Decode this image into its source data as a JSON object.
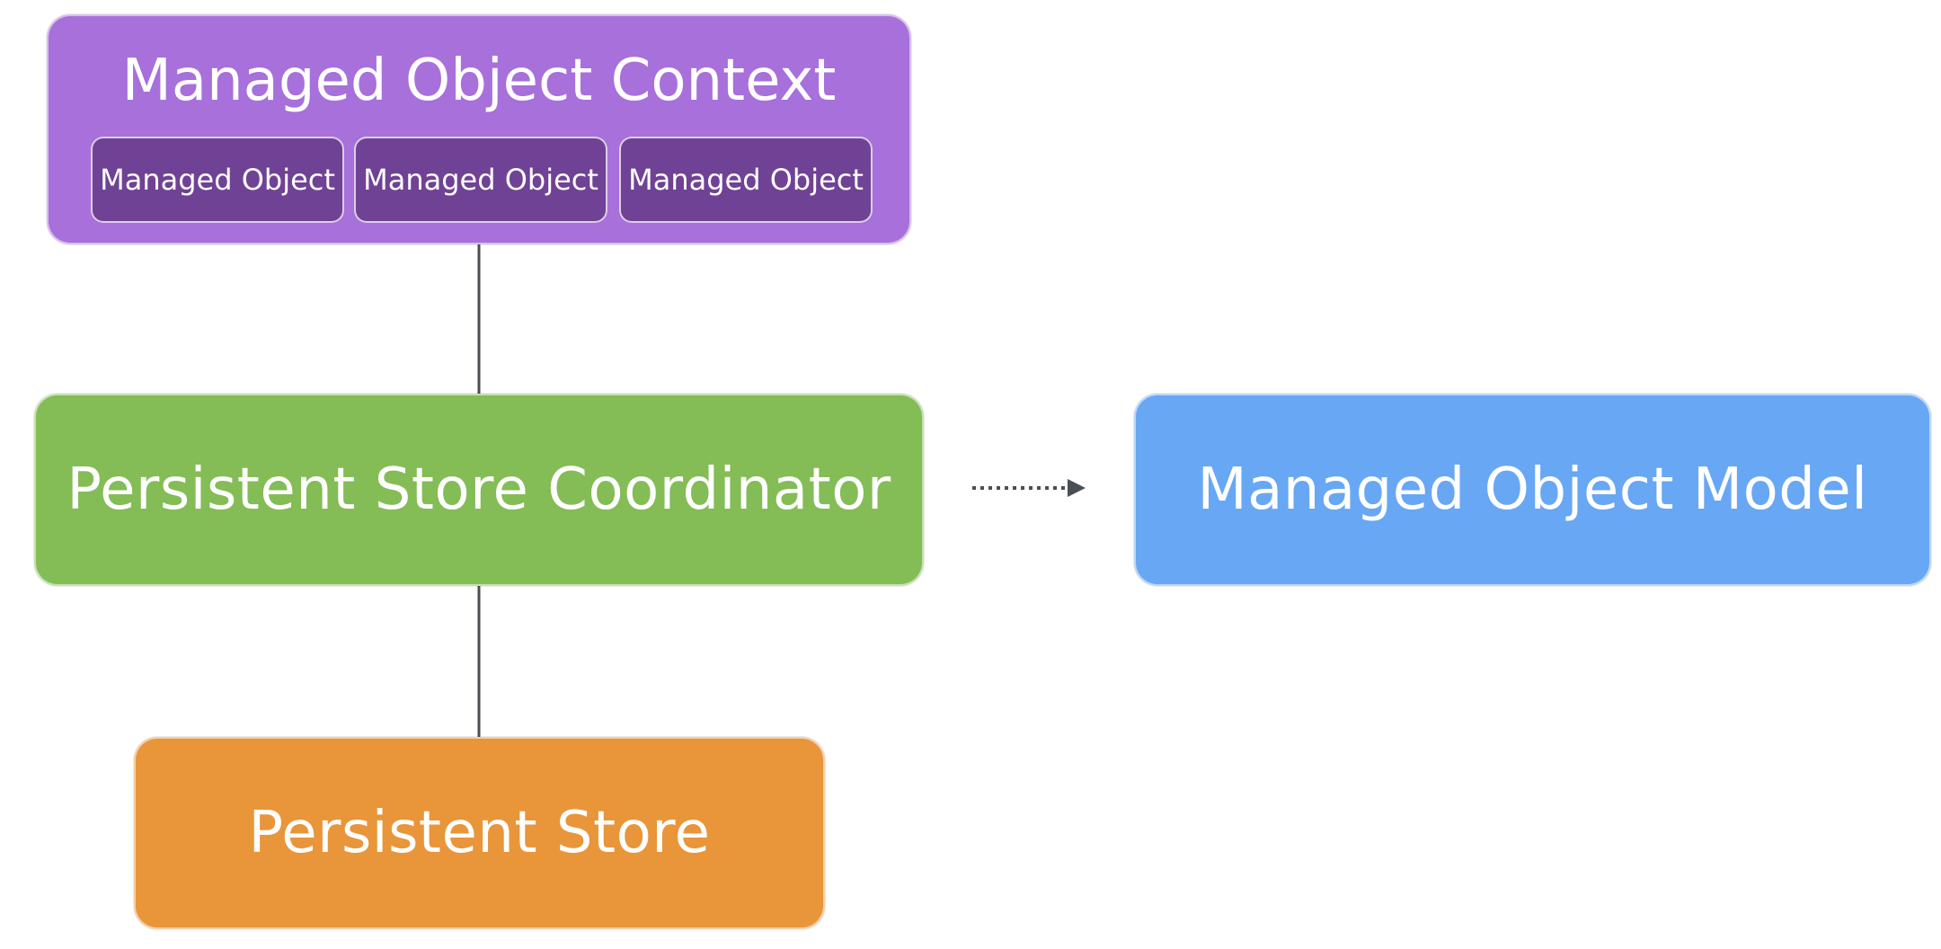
{
  "diagram": {
    "context": {
      "title": "Managed Object Context",
      "objects": [
        "Managed Object",
        "Managed Object",
        "Managed Object"
      ]
    },
    "coordinator": {
      "label": "Persistent Store Coordinator"
    },
    "model": {
      "label": "Managed Object Model"
    },
    "store": {
      "label": "Persistent Store"
    }
  },
  "colors": {
    "context": "#a770db",
    "managed_object": "#704295",
    "coordinator": "#84bc56",
    "model": "#68a7f4",
    "store": "#e9953a",
    "connector": "#4a4e55"
  }
}
